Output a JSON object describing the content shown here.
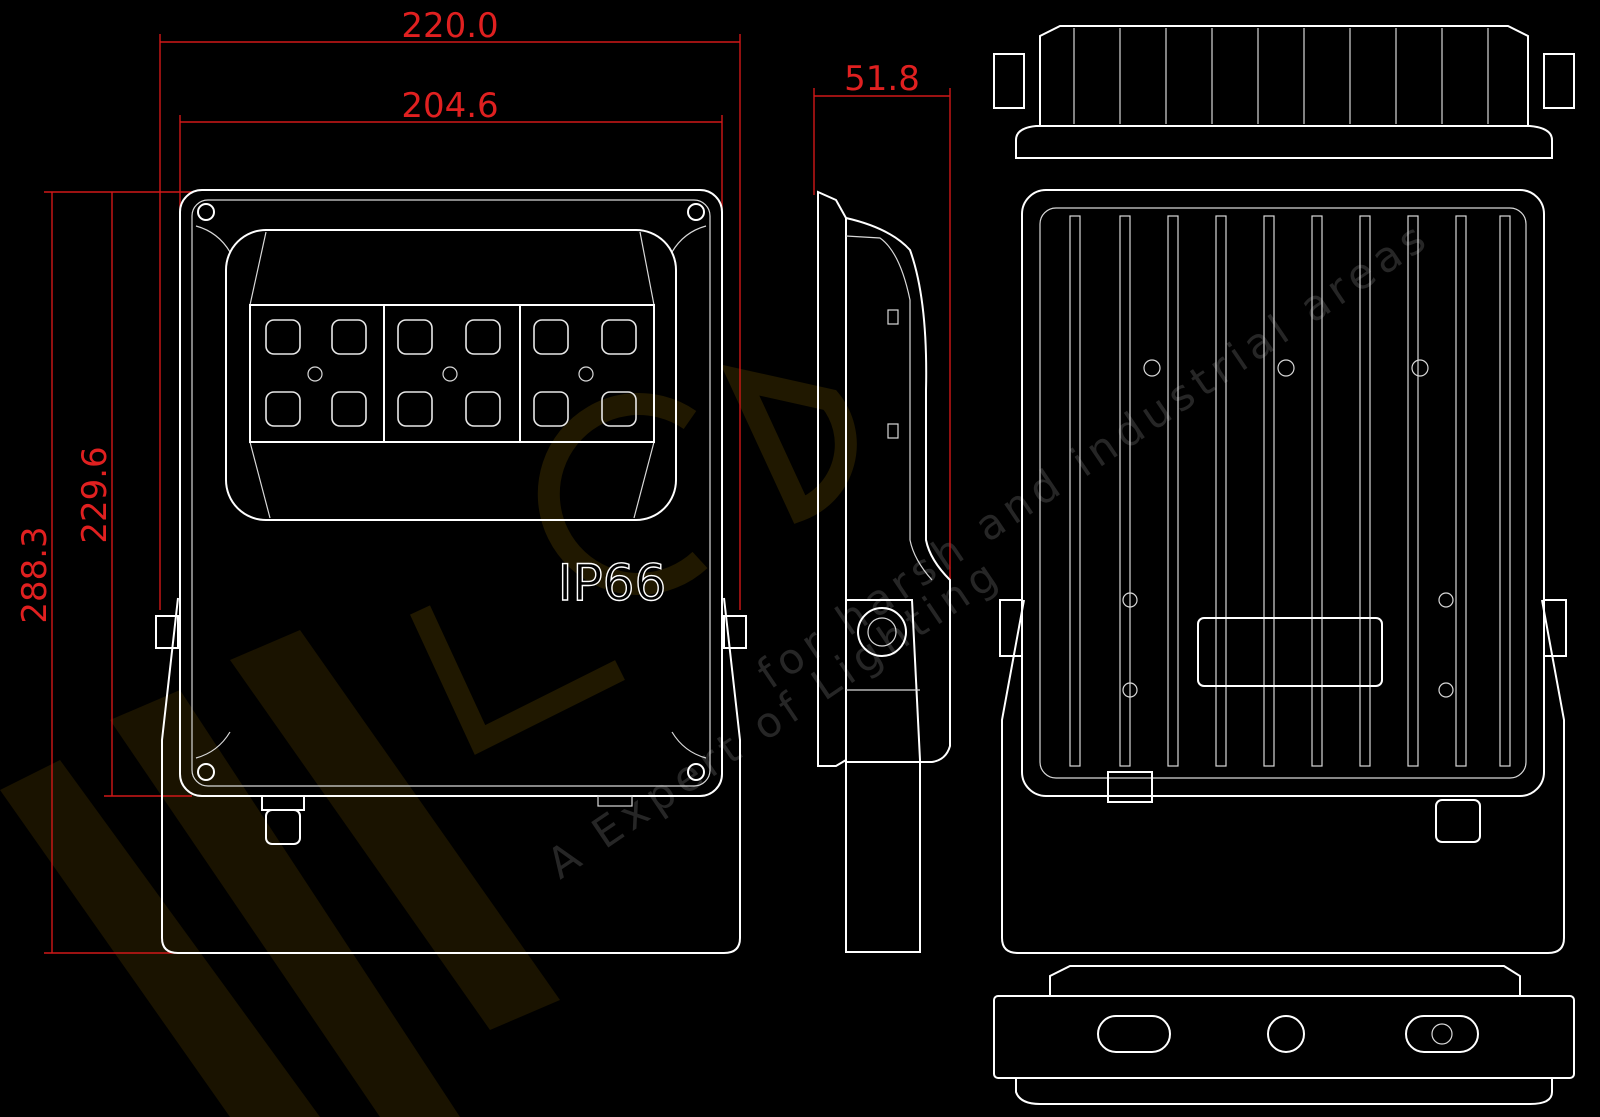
{
  "dimensions": {
    "width_outer": "220.0",
    "width_inner": "204.6",
    "height_outer": "288.3",
    "height_inner": "229.6",
    "depth": "51.8"
  },
  "front_view": {
    "ip_rating": "IP66",
    "led_modules": 3,
    "leds_per_module": 4
  },
  "watermark": {
    "logo_text": "LCD",
    "line1": "A Expert of Lighting",
    "line2": "for harsh and industrial areas"
  }
}
